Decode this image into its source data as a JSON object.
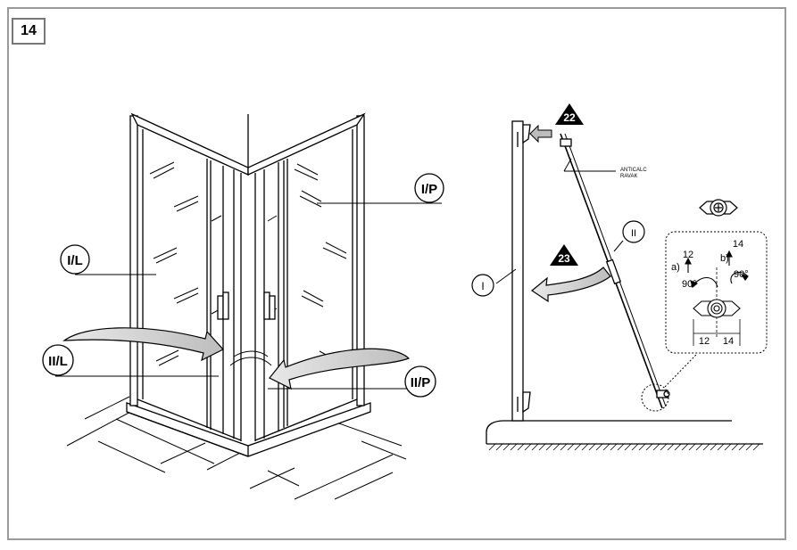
{
  "step_number": "14",
  "labels": {
    "left_panel": "I/L",
    "right_panel": "I/P",
    "left_door": "II/L",
    "right_door": "II/P",
    "fixed_panel": "I",
    "door_panel": "II",
    "step_22": "22",
    "step_23": "23",
    "anticalc_line1": "ANTICALC",
    "anticalc_line2": "RAVAK"
  },
  "detail": {
    "a_prefix": "a)",
    "b_prefix": "b)",
    "a_value": "12",
    "b_value": "14",
    "a_angle": "90°",
    "b_angle": "90°",
    "dim_left": "12",
    "dim_right": "14"
  }
}
